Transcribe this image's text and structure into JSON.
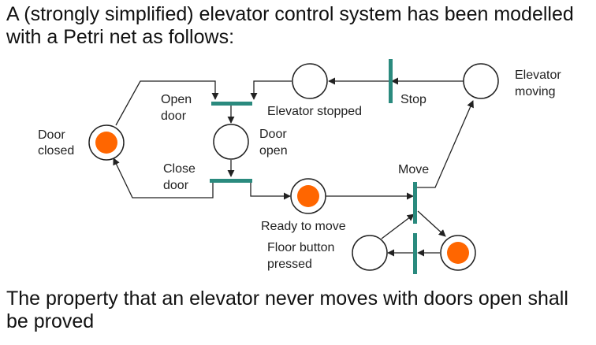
{
  "intro_text": "A (strongly simplified) elevator control system has been modelled with a Petri net as follows:",
  "conclusion_text": "The property that an elevator never moves with doors open shall be proved",
  "places": {
    "door_closed": [
      "Door",
      "closed"
    ],
    "door_open": [
      "Door",
      "open"
    ],
    "elevator_stopped": [
      "Elevator stopped"
    ],
    "elevator_moving": [
      "Elevator",
      "moving"
    ],
    "ready_to_move": [
      "Ready to move"
    ],
    "floor_button_pressed": [
      "Floor button",
      "pressed"
    ],
    "token_place": []
  },
  "transitions": {
    "open_door": [
      "Open",
      "door"
    ],
    "close_door": [
      "Close",
      "door"
    ],
    "stop": [
      "Stop"
    ],
    "move": [
      "Move"
    ]
  },
  "colors": {
    "token": "#ff6600",
    "transition_bar": "#2a8a7e",
    "arc": "#222222"
  }
}
